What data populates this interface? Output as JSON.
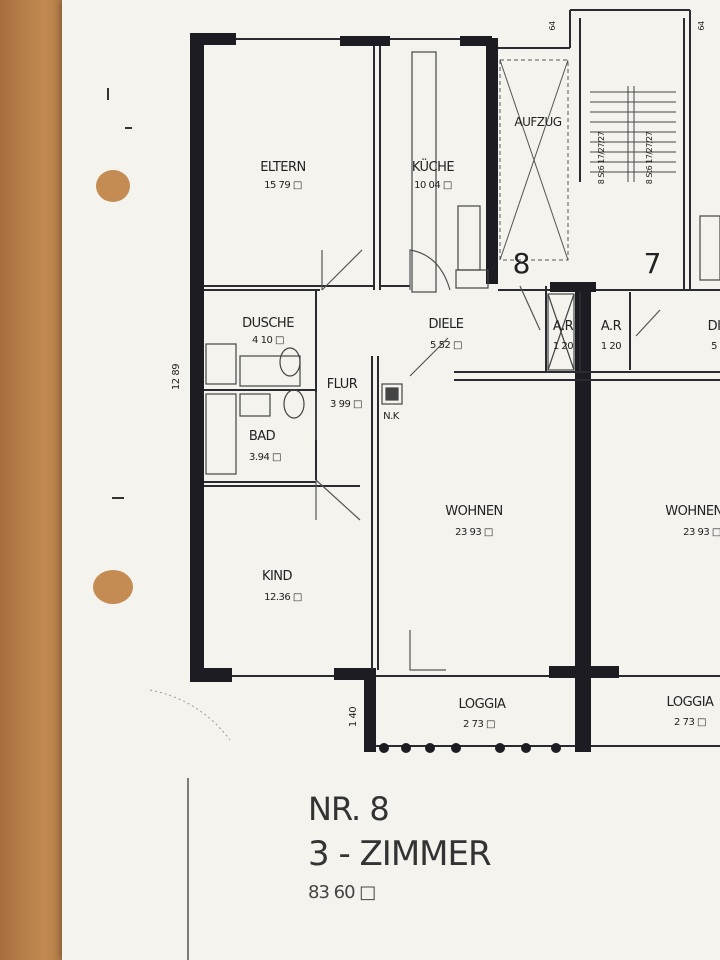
{
  "rooms": {
    "eltern": {
      "name": "ELTERN",
      "area": "15 79 □"
    },
    "kueche": {
      "name": "KÜCHE",
      "area": "10 04 □"
    },
    "aufzug": {
      "name": "AUFZUG"
    },
    "dusche": {
      "name": "DUSCHE",
      "area": "4 10 □"
    },
    "diele": {
      "name": "DIELE",
      "area": "5 52 □"
    },
    "ar8": {
      "name": "A.R",
      "area": "1 20"
    },
    "ar7": {
      "name": "A.R",
      "area": "1 20"
    },
    "diele7": {
      "name": "DI",
      "area": "5"
    },
    "flur": {
      "name": "FLUR",
      "area": "3 99 □"
    },
    "nk": {
      "name": "N.K"
    },
    "bad": {
      "name": "BAD",
      "area": "3.94 □"
    },
    "wohnen8": {
      "name": "WOHNEN",
      "area": "23 93 □"
    },
    "wohnen7": {
      "name": "WOHNEN",
      "area": "23 93 □"
    },
    "kind": {
      "name": "KIND",
      "area": "12.36 □"
    },
    "loggia8": {
      "name": "LOGGIA",
      "area": "2 73 □"
    },
    "loggia7": {
      "name": "LOGGIA",
      "area": "2 73 □"
    }
  },
  "dimensions": {
    "depth": "12 89",
    "loggia_depth": "1 40",
    "top_a": "64",
    "top_b": "64",
    "stair_a": "8 St6 17/27/27",
    "stair_b": "8 St6 17/27/27"
  },
  "unit_numbers": {
    "left": "8",
    "right": "7"
  },
  "apartment": {
    "number": "NR. 8",
    "type": "3 - ZIMMER",
    "area": "83 60 □"
  },
  "colors": {
    "wall": "#1c1c22",
    "paper": "#f4f3ee",
    "table": "#b07a45"
  }
}
